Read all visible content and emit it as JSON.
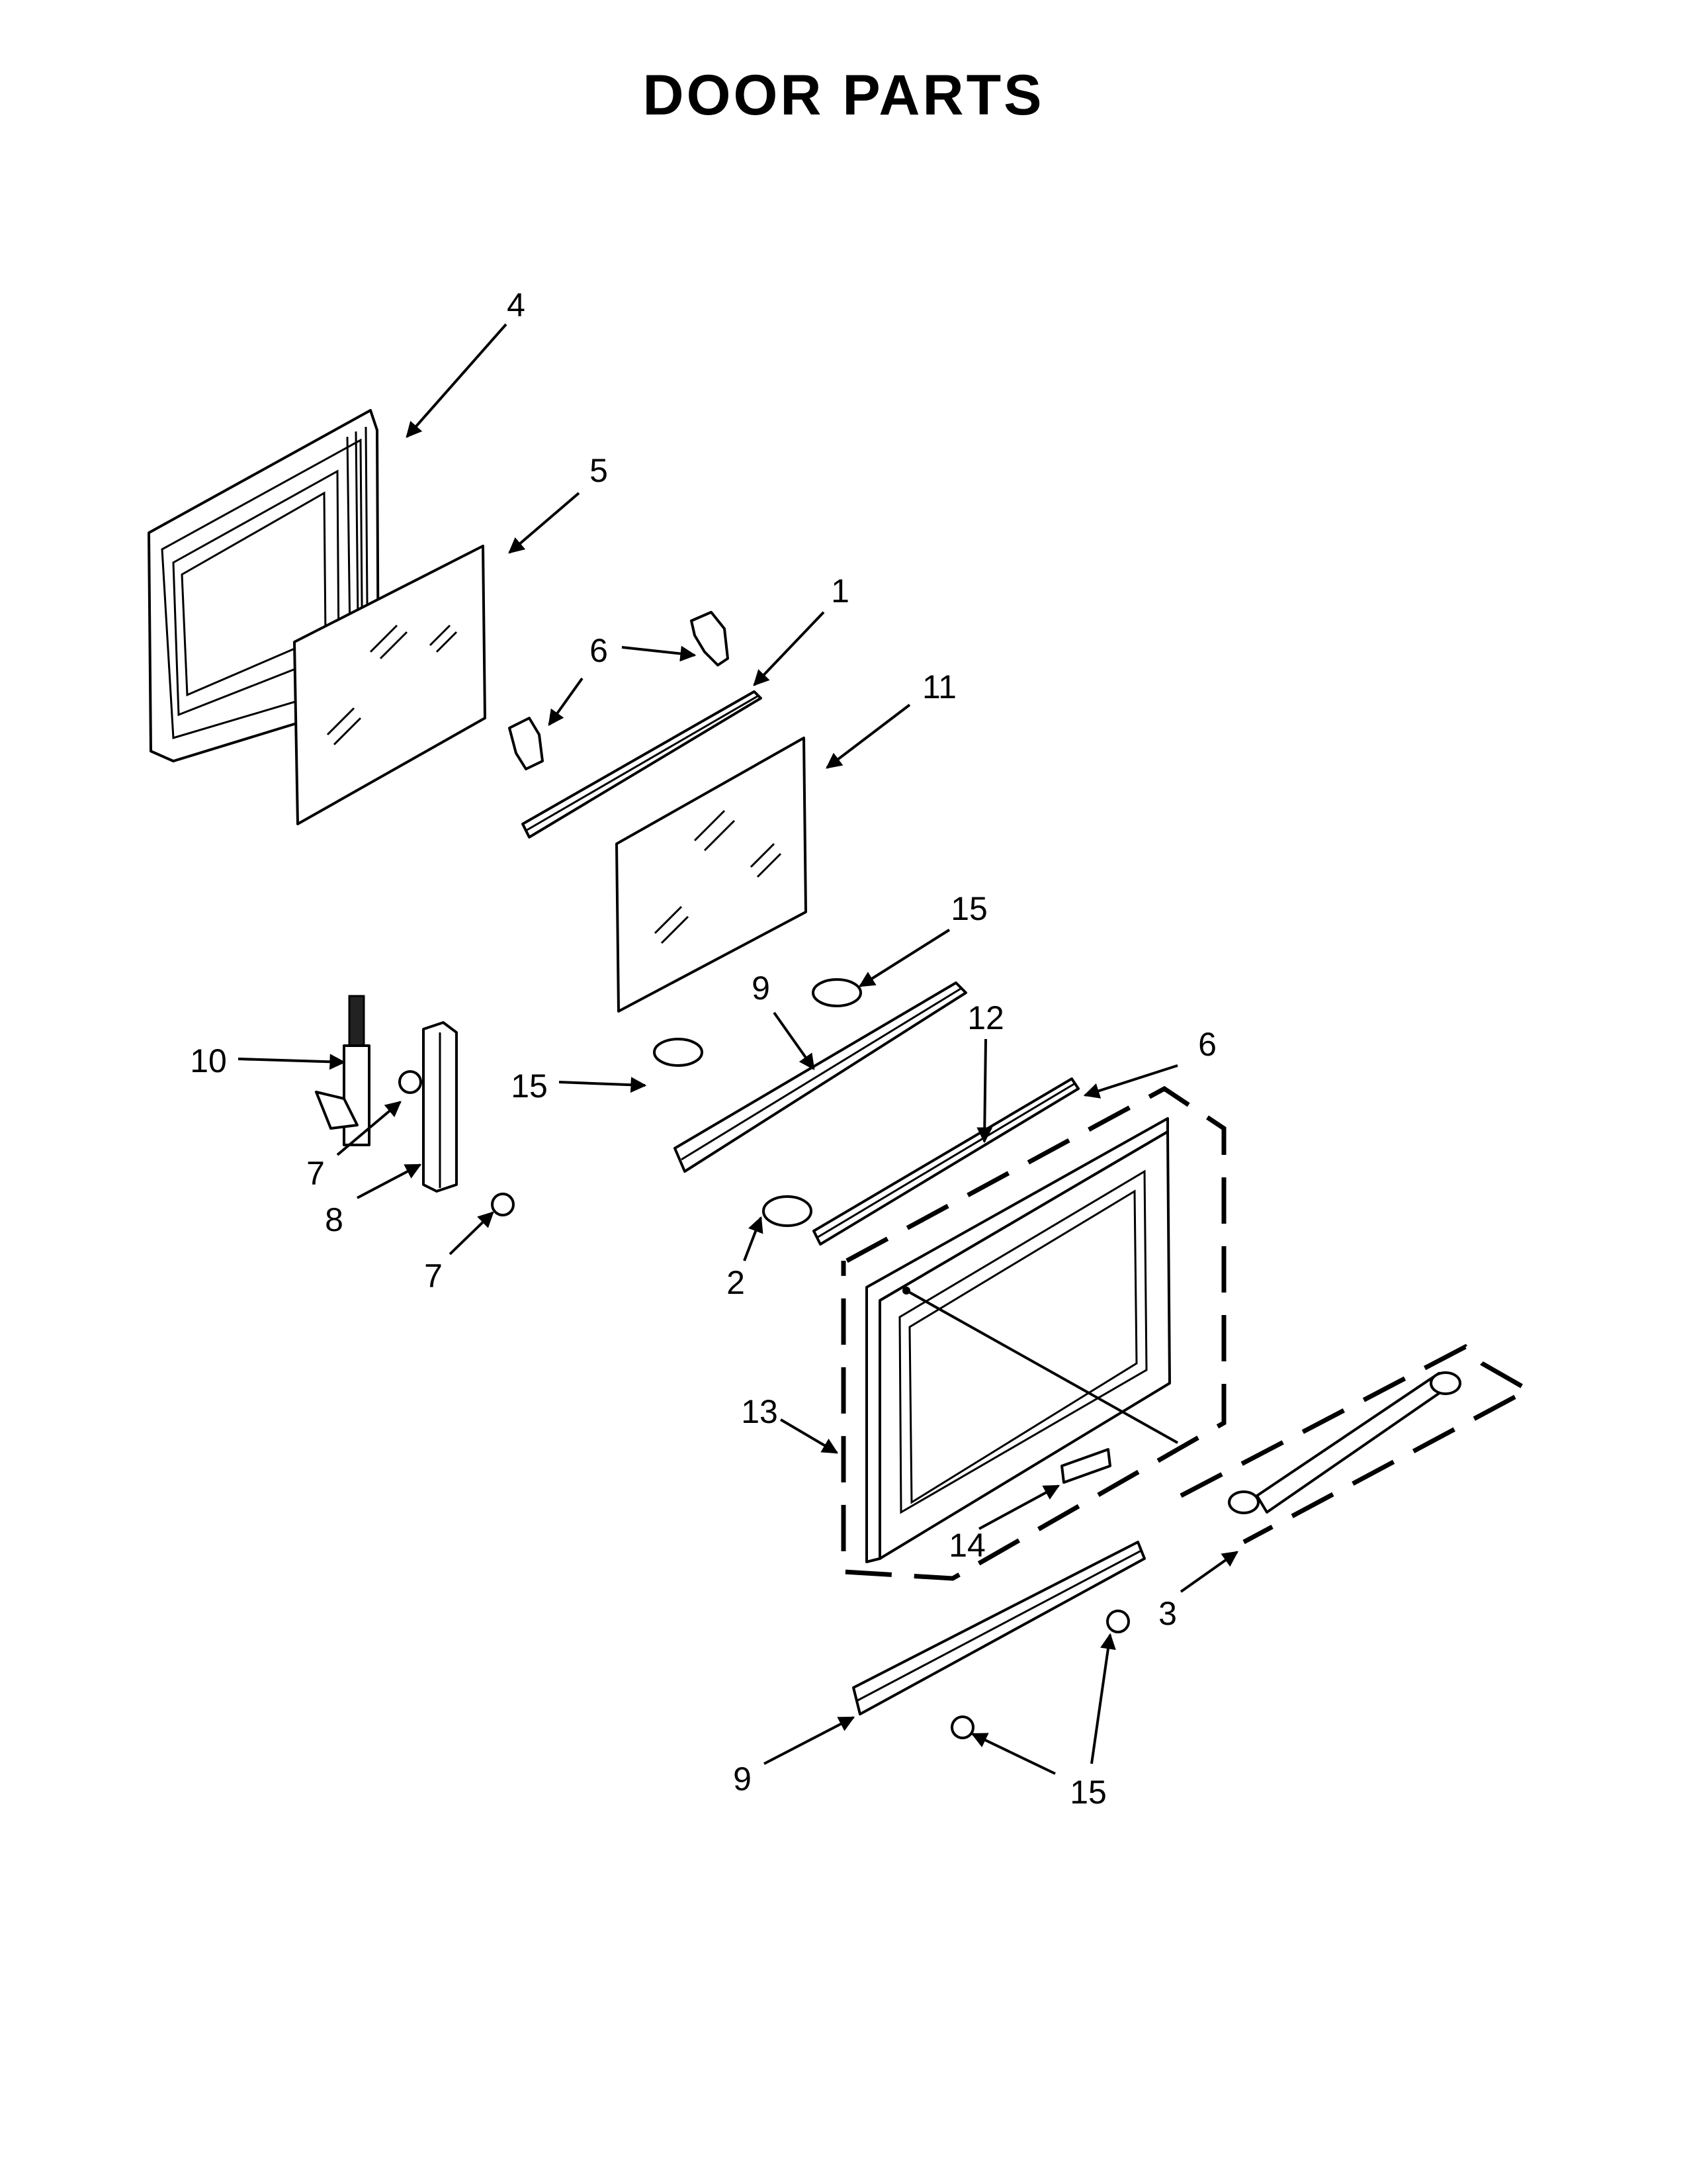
{
  "title": "DOOR PARTS",
  "callouts": [
    {
      "id": "c4",
      "label": "4"
    },
    {
      "id": "c5",
      "label": "5"
    },
    {
      "id": "c1",
      "label": "1"
    },
    {
      "id": "c6a",
      "label": "6"
    },
    {
      "id": "c11",
      "label": "11"
    },
    {
      "id": "c15a",
      "label": "15"
    },
    {
      "id": "c9a",
      "label": "9"
    },
    {
      "id": "c10",
      "label": "10"
    },
    {
      "id": "c15b",
      "label": "15"
    },
    {
      "id": "c12",
      "label": "12"
    },
    {
      "id": "c6b",
      "label": "6"
    },
    {
      "id": "c7a",
      "label": "7"
    },
    {
      "id": "c8",
      "label": "8"
    },
    {
      "id": "c7b",
      "label": "7"
    },
    {
      "id": "c2",
      "label": "2"
    },
    {
      "id": "c13",
      "label": "13"
    },
    {
      "id": "c14",
      "label": "14"
    },
    {
      "id": "c3",
      "label": "3"
    },
    {
      "id": "c9b",
      "label": "9"
    },
    {
      "id": "c15c",
      "label": "15"
    }
  ]
}
